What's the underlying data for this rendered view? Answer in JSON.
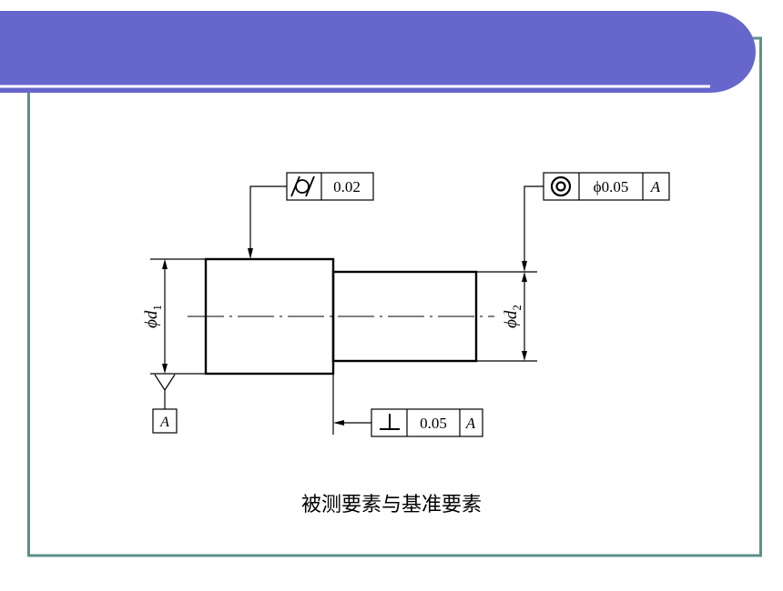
{
  "slide": {
    "header_color": "#6666cc",
    "frame_color": "#5f8f8a",
    "caption": "被测要素与基准要素"
  },
  "drawing": {
    "dim_left": {
      "phi": "ϕ",
      "d": "d",
      "sub": "1"
    },
    "dim_right": {
      "phi": "ϕ",
      "d": "d",
      "sub": "2"
    },
    "datum_letter": "A",
    "frame_cylindricity": {
      "symbol": "cylindricity-icon",
      "tolerance": "0.02"
    },
    "frame_concentricity": {
      "symbol": "concentricity-icon",
      "tolerance": "ϕ0.05",
      "datum": "A"
    },
    "frame_perpendicularity": {
      "symbol": "perpendicularity-icon",
      "tolerance": "0.05",
      "datum": "A"
    }
  }
}
